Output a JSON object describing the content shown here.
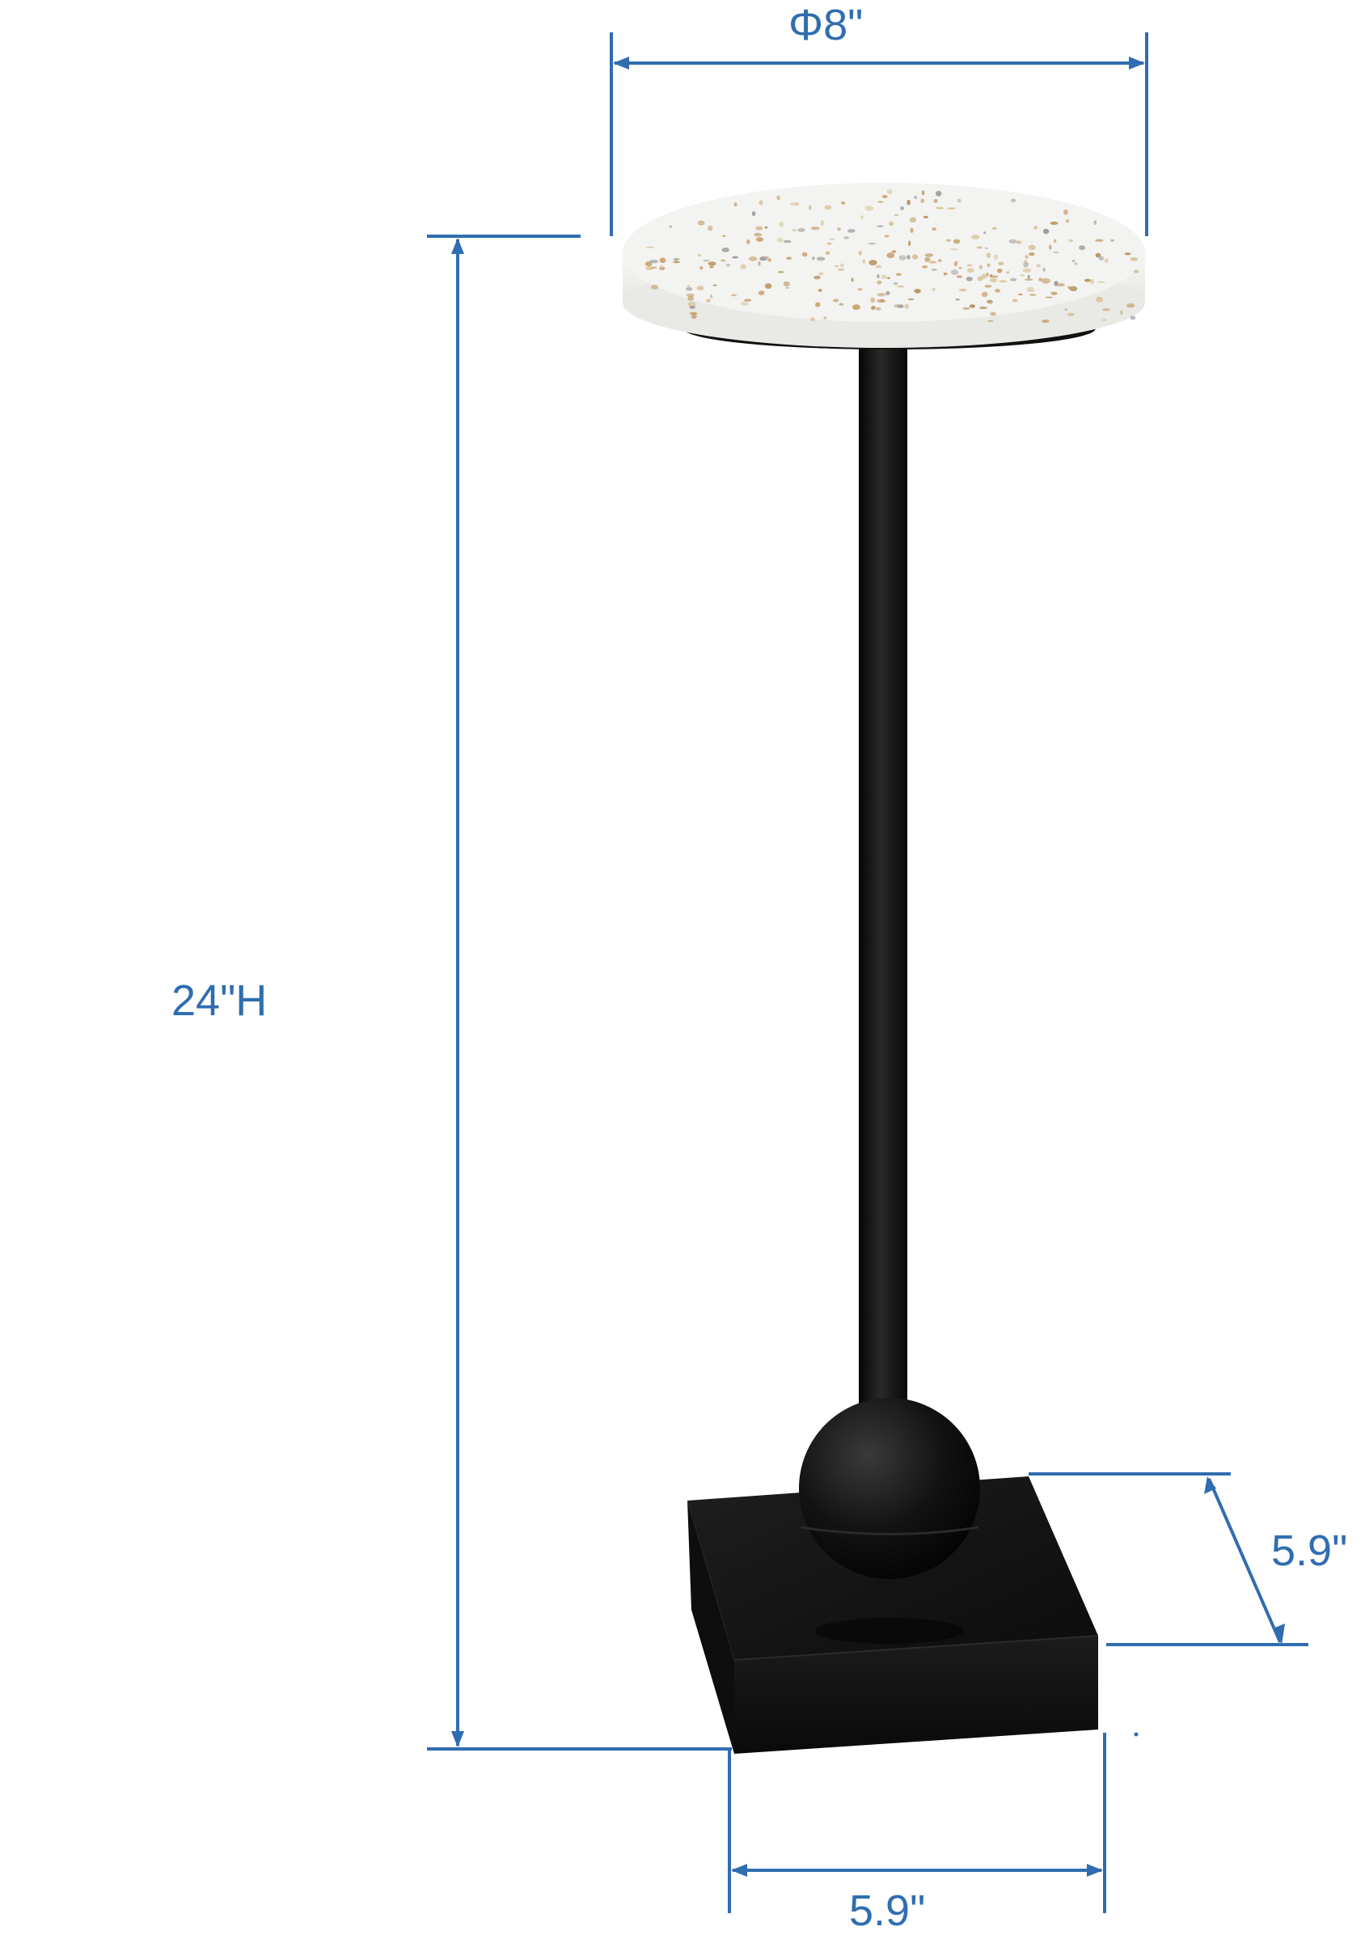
{
  "dimensions": {
    "top_diameter": "Φ8\"",
    "height": "24\"H",
    "base_depth": "5.9\"",
    "base_width": "5.9\""
  },
  "colors": {
    "dimension_line": "#2f6db0",
    "metal": "#141414",
    "tabletop": "#f2f2f0",
    "terrazzo_fleck": "#c8a874"
  }
}
